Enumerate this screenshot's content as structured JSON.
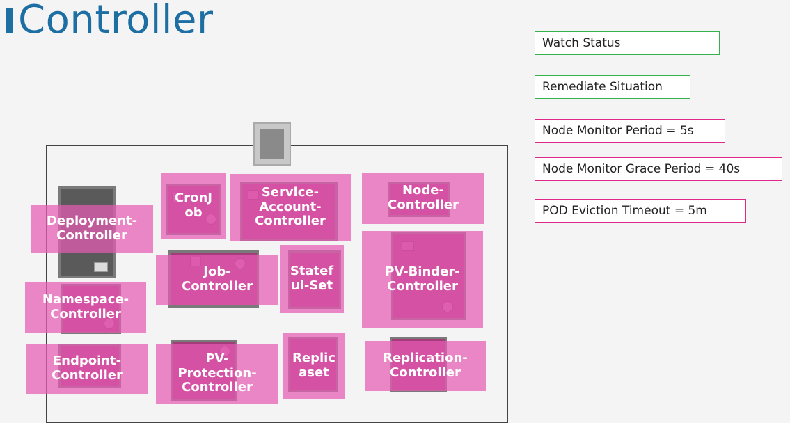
{
  "title": "Controller",
  "status_boxes": [
    {
      "label": "Watch Status",
      "color": "#34b34a"
    },
    {
      "label": "Remediate Situation",
      "color": "#34b34a"
    },
    {
      "label": "Node Monitor Period = 5s",
      "color": "#e0288a"
    },
    {
      "label": "Node Monitor Grace Period = 40s",
      "color": "#e0288a"
    },
    {
      "label": "POD Eviction Timeout = 5m",
      "color": "#e0288a"
    }
  ],
  "controllers": [
    {
      "id": "deployment",
      "label": "Deployment-\nController"
    },
    {
      "id": "cronjob",
      "label": "CronJ\nob"
    },
    {
      "id": "service-account",
      "label": "Service-\nAccount-\nController"
    },
    {
      "id": "node",
      "label": "Node-\nController"
    },
    {
      "id": "job",
      "label": "Job-\nController"
    },
    {
      "id": "stateful-set",
      "label": "Statef\nul-Set"
    },
    {
      "id": "pv-binder",
      "label": "PV-Binder-\nController"
    },
    {
      "id": "namespace",
      "label": "Namespace-\nController"
    },
    {
      "id": "endpoint",
      "label": "Endpoint-\nController"
    },
    {
      "id": "pv-protection",
      "label": "PV-\nProtection-\nController"
    },
    {
      "id": "replicaset",
      "label": "Replic\naset"
    },
    {
      "id": "replication",
      "label": "Replication-\nController"
    }
  ],
  "colors": {
    "accent": "#1d6fa3",
    "green": "#34b34a",
    "pink": "#e0288a"
  }
}
